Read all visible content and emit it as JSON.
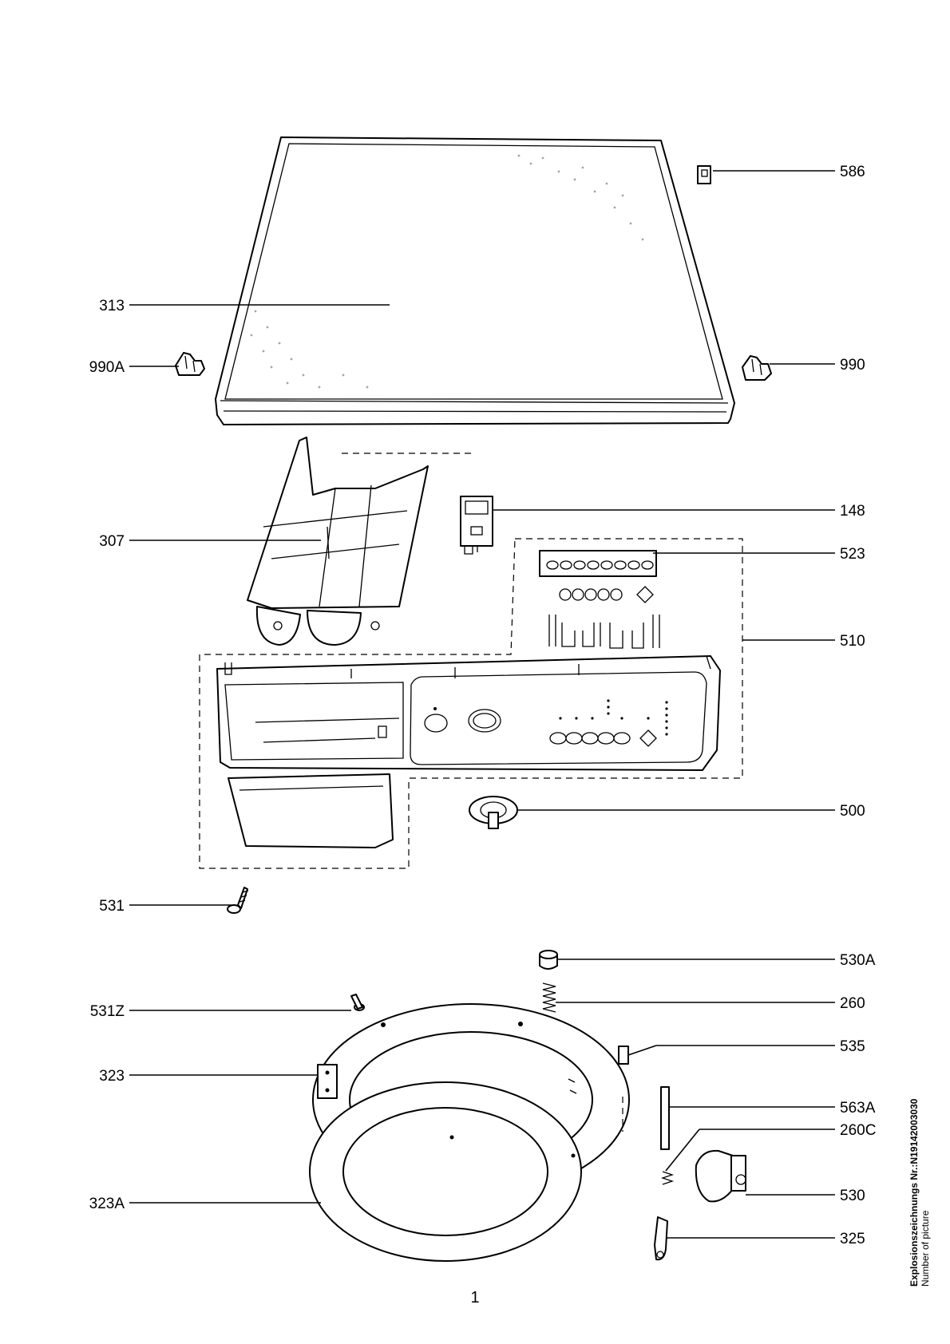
{
  "callouts": {
    "p586": "586",
    "p313": "313",
    "p990A": "990A",
    "p990": "990",
    "p148": "148",
    "p307": "307",
    "p523": "523",
    "p510": "510",
    "p500": "500",
    "p531": "531",
    "p530A": "530A",
    "p260": "260",
    "p531Z": "531Z",
    "p535": "535",
    "p323": "323",
    "p563A": "563A",
    "p260C": "260C",
    "p530": "530",
    "p323A": "323A",
    "p325": "325"
  },
  "page_number": "1",
  "caption": {
    "line1": "Explosionszeichnungs Nr.:N1914200303​0",
    "line2": "Number of picture"
  }
}
